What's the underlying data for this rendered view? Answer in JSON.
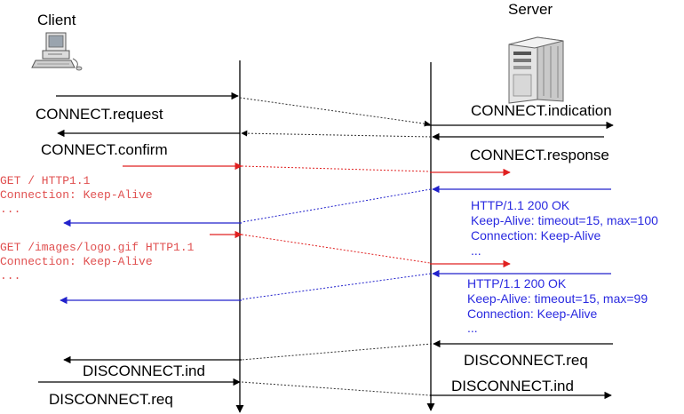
{
  "colors": {
    "black": "#000000",
    "red": "#e02020",
    "blue": "#2222cc",
    "req_text": "#e05050",
    "resp_text": "#2a2ae0"
  },
  "client": {
    "label": "Client",
    "icon": "desktop-computer-icon"
  },
  "server": {
    "label": "Server",
    "icon": "server-tower-icon"
  },
  "primitives": {
    "connect_request": "CONNECT.request",
    "connect_confirm": "CONNECT.confirm",
    "connect_indication": "CONNECT.indication",
    "connect_response": "CONNECT.response",
    "disconnect_ind_client": "DISCONNECT.ind",
    "disconnect_req_client": "DISCONNECT.req",
    "disconnect_req_server": "DISCONNECT.req",
    "disconnect_ind_server": "DISCONNECT.ind"
  },
  "request1": [
    "GET / HTTP1.1",
    "Connection: Keep-Alive",
    "..."
  ],
  "request2": [
    "GET /images/logo.gif HTTP1.1",
    "Connection: Keep-Alive",
    "..."
  ],
  "response1": [
    "HTTP/1.1 200 OK",
    "Keep-Alive: timeout=15, max=100",
    "Connection: Keep-Alive",
    "..."
  ],
  "response2": [
    "HTTP/1.1 200 OK",
    "Keep-Alive: timeout=15, max=99",
    "Connection: Keep-Alive",
    "..."
  ]
}
